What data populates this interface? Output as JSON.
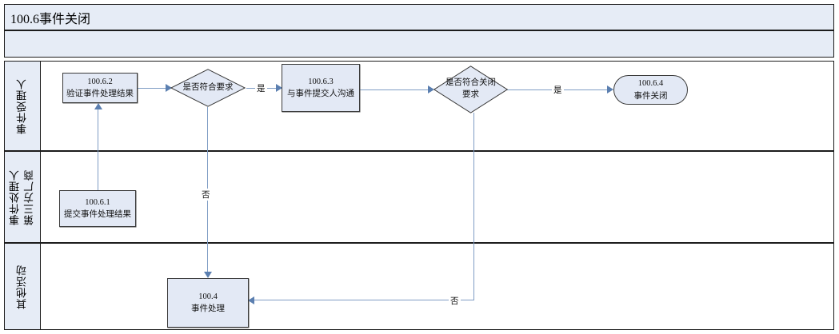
{
  "diagram": {
    "title": "100.6事件关闭",
    "subtitle": "",
    "colors": {
      "node_fill": "#e3e9f5",
      "node_border": "#3a3a3a",
      "lane_header_fill": "#e6ecf6",
      "connector": "#7f9dc4",
      "arrowhead": "#5b7fb0",
      "frame_border": "#1c1c1c"
    },
    "lanes": [
      {
        "id": "lane-handler",
        "label": "事件受理人"
      },
      {
        "id": "lane-processor",
        "label": "事件处理人\n第三方厂商",
        "label_line1": "事件处理人",
        "label_line2": "第三方厂商"
      },
      {
        "id": "lane-other",
        "label": "其他活动"
      }
    ],
    "nodes": [
      {
        "id": "n-100-6-2",
        "shape": "process",
        "lane": "lane-handler",
        "code": "100.6.2",
        "text": "验证事件处理结果"
      },
      {
        "id": "d-meet-req",
        "shape": "decision",
        "lane": "lane-handler",
        "code": "",
        "text": "是否符合要求"
      },
      {
        "id": "n-100-6-3",
        "shape": "process",
        "lane": "lane-handler",
        "code": "100.6.3",
        "text": "与事件提交人沟通"
      },
      {
        "id": "d-close-req",
        "shape": "decision",
        "lane": "lane-handler",
        "code": "",
        "text_line1": "是否符合关闭",
        "text_line2": "要求"
      },
      {
        "id": "n-100-6-4",
        "shape": "terminator",
        "lane": "lane-handler",
        "code": "100.6.4",
        "text": "事件关闭"
      },
      {
        "id": "n-100-6-1",
        "shape": "process",
        "lane": "lane-processor",
        "code": "100.6.1",
        "text": "提交事件处理结果"
      },
      {
        "id": "n-100-4",
        "shape": "process",
        "lane": "lane-other",
        "code": "100.4",
        "text": "事件处理"
      }
    ],
    "edges": [
      {
        "id": "e-submit-to-verify",
        "from": "n-100-6-1",
        "to": "n-100-6-2",
        "label": ""
      },
      {
        "id": "e-verify-to-meetreq",
        "from": "n-100-6-2",
        "to": "d-meet-req",
        "label": ""
      },
      {
        "id": "e-meetreq-yes",
        "from": "d-meet-req",
        "to": "n-100-6-3",
        "label": "是"
      },
      {
        "id": "e-meetreq-no",
        "from": "d-meet-req",
        "to": "n-100-4",
        "label": "否"
      },
      {
        "id": "e-comm-to-closereq",
        "from": "n-100-6-3",
        "to": "d-close-req",
        "label": ""
      },
      {
        "id": "e-closereq-yes",
        "from": "d-close-req",
        "to": "n-100-6-4",
        "label": "是"
      },
      {
        "id": "e-closereq-no",
        "from": "d-close-req",
        "to": "n-100-4",
        "label": "否"
      }
    ]
  }
}
